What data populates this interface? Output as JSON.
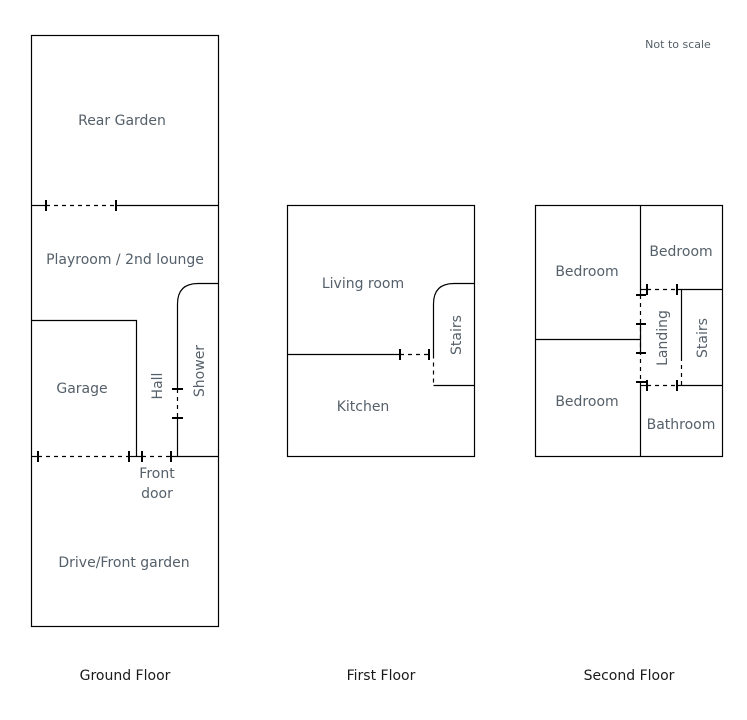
{
  "note": "Not to scale",
  "floors": {
    "ground": {
      "title": "Ground Floor",
      "rooms": {
        "rear_garden": "Rear Garden",
        "playroom": "Playroom / 2nd lounge",
        "garage": "Garage",
        "hall": "Hall",
        "shower": "Shower",
        "front_door_line1": "Front",
        "front_door_line2": "door",
        "drive": "Drive/Front garden"
      }
    },
    "first": {
      "title": "First Floor",
      "rooms": {
        "living_room": "Living room",
        "kitchen": "Kitchen",
        "stairs": "Stairs"
      }
    },
    "second": {
      "title": "Second Floor",
      "rooms": {
        "bedroom_left_top": "Bedroom",
        "bedroom_right_top": "Bedroom",
        "bedroom_left_bottom": "Bedroom",
        "bathroom": "Bathroom",
        "landing": "Landing",
        "stairs": "Stairs"
      }
    }
  }
}
